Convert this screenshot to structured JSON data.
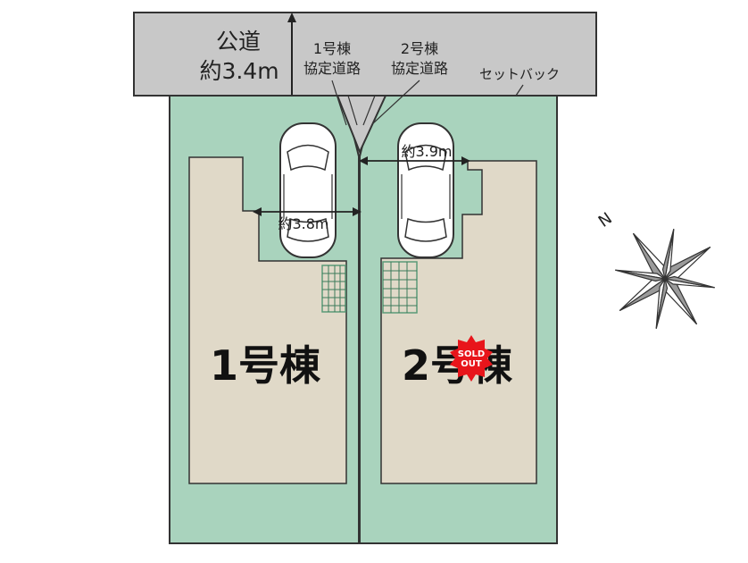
{
  "road": {
    "label": "公道",
    "width": "約3.4m"
  },
  "agreement_road_1": {
    "line1": "1号棟",
    "line2": "協定道路"
  },
  "agreement_road_2": {
    "line1": "2号棟",
    "line2": "協定道路"
  },
  "setback_label": "セットバック",
  "lot1": {
    "label": "1号棟",
    "parking_width": "約3.8m"
  },
  "lot2": {
    "label": "2号棟",
    "parking_width": "約3.9m",
    "badge": {
      "line1": "SOLD",
      "line2": "OUT"
    }
  },
  "compass": {
    "north_label": "N"
  },
  "colors": {
    "road": "#c8c8c8",
    "lot": "#a9d3bd",
    "house": "#e0d9c8",
    "outline": "#333333",
    "badge": "#e8151b",
    "stair": "#5b9b78"
  }
}
